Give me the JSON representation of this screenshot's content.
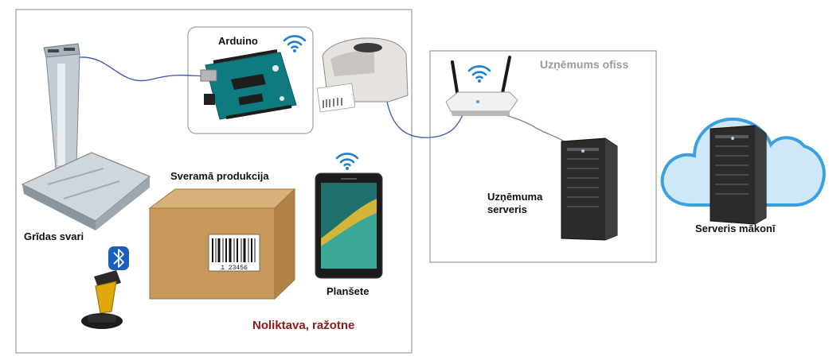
{
  "labels": {
    "arduino": "Arduino",
    "scale": "Grīdas svari",
    "product": "Sveramā produkcija",
    "tablet": "Planšete",
    "warehouse": "Noliktava, ražotne",
    "office": "Uzņēmums ofiss",
    "company_server_line1": "Uzņēmuma",
    "company_server_line2": "serveris",
    "cloud_server": "Serveris mākonī",
    "barcode_digits": "1 23456"
  },
  "colors": {
    "cable": "#3a55b4",
    "router_cable": "#808080",
    "wifi": "#1e82d2",
    "bluetooth": "#1a5fc0",
    "warehouse_text": "#8b1a1a",
    "office_text": "#9a9a9a",
    "frame_border": "#9a9a9a",
    "cloud_fill": "#cfe8f8",
    "cloud_stroke": "#3aa0e0",
    "box_fill": "#c79a5c",
    "board": "#0f7a80",
    "server": "#2b2b2b",
    "scanner_accent": "#e0a80a"
  },
  "icons": [
    "wifi-icon",
    "bluetooth-icon",
    "scale-device-icon",
    "arduino-board-icon",
    "label-printer-icon",
    "router-icon",
    "server-icon",
    "cloud-icon",
    "tablet-icon",
    "barcode-scanner-icon",
    "cardboard-box-icon"
  ]
}
